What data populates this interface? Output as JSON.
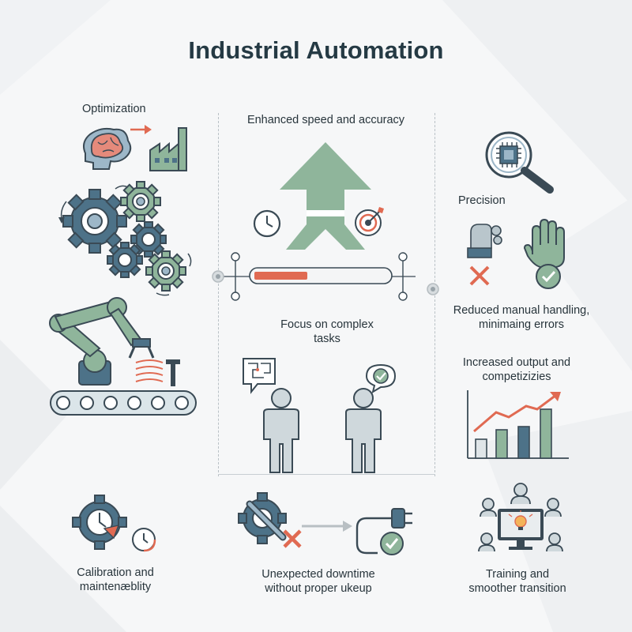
{
  "title": "Industrial Automation",
  "sections": {
    "optimization": {
      "label": "Optimization"
    },
    "speed": {
      "label": "Enhanced speed and accuracy"
    },
    "precision": {
      "label": "Precision"
    },
    "manual": {
      "line1": "Reduced manual handling,",
      "line2": "minimaing errors"
    },
    "focus": {
      "line1": "Focus on complex",
      "line2": "tasks"
    },
    "output": {
      "line1": "Increased output and",
      "line2": "competizizies"
    },
    "calibration": {
      "line1": "Calibration and",
      "line2": "maintenæblity"
    },
    "downtime": {
      "line1": "Unexpected downtime",
      "line2": "without proper ukeup"
    },
    "training": {
      "line1": "Training and",
      "line2": "smoother transition"
    }
  },
  "progress": {
    "value": 0.4
  },
  "colors": {
    "green": "#8fb59b",
    "blue": "#4d7288",
    "red": "#e06a52",
    "dark": "#3a4a55"
  }
}
